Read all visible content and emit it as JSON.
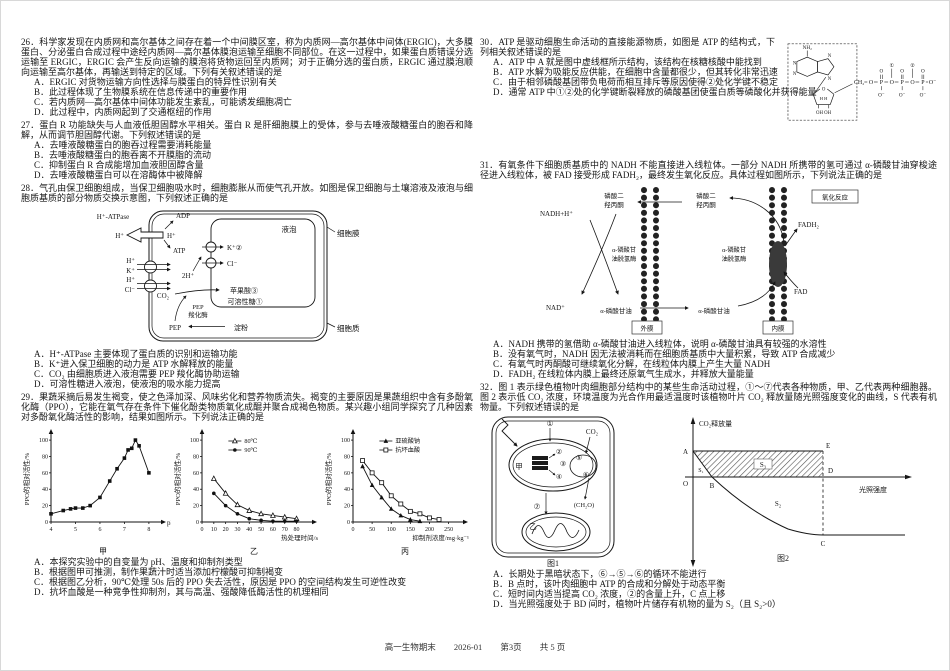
{
  "footer": {
    "course": "高一生物期末",
    "date": "2026-01",
    "page": "第3页",
    "total": "共 5 页"
  },
  "q26": {
    "stem": "26．科学家发现在内质网和高尔基体之间存在着一个中间膜区室，称为内质网—高尔基体中间体(ERGIC)，大多膜蛋白、分泌蛋白合成过程中途经内质网—高尔基体膜泡运输至细胞不同部位。在这一过程中，如果蛋白质错误分选运输至 ERGIC，ERGIC 会产生反向运输的膜泡将货物运回至内质网；对于正确分选的蛋白质，ERGIC 通过膜泡顺向运输至高尔基体，再输送到特定的区域。下列有关叙述错误的是",
    "options": [
      "A．ERGIC 对货物运输方向性选择与膜蛋白的特异性识别有关",
      "B．此过程体现了生物膜系统在信息传递中的重要作用",
      "C．若内质网—高尔基体中间体功能发生紊乱，可能诱发细胞凋亡",
      "D．此过程中，内质网起到了交通枢纽的作用"
    ]
  },
  "q27": {
    "stem": "27．蛋白 R 功能缺失与人血液低胆固醇水平相关。蛋白 R 是肝细胞膜上的受体，参与去唾液酸糖蛋白的胞吞和降解，从而调节胆固醇代谢。下列叙述错误的是",
    "options": [
      "A．去唾液酸糖蛋白的胞吞过程需要消耗能量",
      "B．去唾液酸糖蛋白的胞吞离不开膜脂的流动",
      "C．抑制蛋白 R 合成能增加血液胆固醇含量",
      "D．去唾液酸糖蛋白可以在溶酶体中被降解"
    ]
  },
  "q28": {
    "stem": "28．气孔由保卫细胞组成，当保卫细胞吸水时，细胞膨胀从而使气孔开放。如图是保卫细胞与土壤溶液及液泡与细胞质基质的部分物质交换示意图，下列叙述正确的是",
    "options": [
      "A．H⁺-ATPase 主要体现了蛋白质的识别和运输功能",
      "B．K⁺进入保卫细胞的动力是 ATP 水解释放的能量",
      "C．CO₂ 由细胞质进入液泡需要 PEP 羧化酶协助运输",
      "D．可溶性糖进入液泡，使液泡的吸水能力提高"
    ]
  },
  "q29": {
    "stem": "29．果蔬采摘后易发生褐变，使之色泽加深、风味劣化和营养物质流失。褐变的主要原因是果蔬组织中含有多酚氧化酶（PPO），它能在氧气存在条件下催化酚类物质氧化成醌并聚合成褐色物质。某兴趣小组同学探究了几种因素对多酚氧化酶活性的影响，结果如图所示。下列说法正确的是",
    "options": [
      "A．本探究实验中的自变量为 pH、温度和抑制剂类型",
      "B．根据图甲可推测，制作果蔬汁时适当添加柠檬酸可抑制褐变",
      "C．根据图乙分析，90℃处理 50s 后的 PPO 失去活性，原因是 PPO 的空间结构发生可逆性改变",
      "D．抗坏血酸是一种竞争性抑制剂，其与高温、强酸降低酶活性的机理相同"
    ]
  },
  "q30": {
    "stem": "30．ATP 是驱动细胞生命活动的直接能源物质，如图是 ATP 的结构式，下列相关叙述错误的是",
    "options": [
      "A．ATP 中 A 就是图中虚线框所示结构，该结构在核糖核酸中能找到",
      "B．ATP 水解为吸能反应供能，在细胞中含量都很少，但其转化非常迅速",
      "C．由于相邻磷酸基团带负电荷而相互排斥等原因使得②处化学键不稳定",
      "D．通常 ATP 中①②处的化学键断裂释放的磷酸基团使蛋白质等磷酸化并获得能量"
    ]
  },
  "q31": {
    "stem": "31．有氧条件下细胞质基质中的 NADH 不能直接进入线粒体。一部分 NADH 所携带的氢可通过 α-磷酸甘油穿梭途径进入线粒体，被 FAD 接受形成 FADH₂，最终发生氧化反应。具体过程如图所示，下列说法正确的是",
    "options": [
      "A．NADH 携带的氢借助 α-磷酸甘油进入线粒体，说明 α-磷酸甘油具有较强的水溶性",
      "B．没有氧气时，NADH 因无法被消耗而在细胞质基质中大量积累，导致 ATP 合成减少",
      "C．有氧气时丙酮酸可继续氧化分解，在线粒体内膜上产生大量 NADH",
      "D．FADH₂ 在线粒体内膜上最终还原氧气生成水，并释放大量能量"
    ]
  },
  "q32": {
    "stem": "32．图 1 表示绿色植物叶肉细胞部分结构中的某些生命活动过程，①～⑦代表各种物质，甲、乙代表两种细胞器。图 2 表示低 CO₂ 浓度，环境温度为光合作用最适温度时该植物叶片 CO₂ 释放量随光照强度变化的曲线，S 代表有机物量。下列叙述错误的是",
    "options": [
      "A．长期处于黑暗状态下，⑥→⑤→⑥的循环不能进行",
      "B．B 点时，该叶肉细胞中 ATP 的合成和分解处于动态平衡",
      "C．短时间内适当提高 CO₂ 浓度，②的含量上升，C 点上移",
      "D．当光照强度处于 BD 间时，植物叶片储存有机物的量为 S₂（且 S₂>0）"
    ]
  },
  "figures": {
    "fig28": {
      "hatpase": "H⁺-ATPase",
      "adp": "ADP",
      "atp": "ATP",
      "h_left": "H⁺",
      "h_right": "H⁺",
      "t1a": "H⁺",
      "t1b": "K⁺",
      "t2a": "H⁺",
      "t2b": "Cl⁻",
      "vacuole": "液泡",
      "membrane": "细胞膜",
      "cytoplasm": "细胞质",
      "k_in": "K⁺②",
      "cl_in": "Cl⁻",
      "protons": "2H⁺",
      "co2": "CO₂",
      "enzyme1": "PEP",
      "enzyme2": "羧化酶",
      "malate": "苹果酸③",
      "sugar": "可溶性糖①",
      "pep": "PEP",
      "starch": "淀粉"
    },
    "fig30": {
      "nh2": "NH₂",
      "n": "N",
      "ch2": "CH₂",
      "o": "O",
      "p": "P",
      "o_minus": "O⁻",
      "b1": "①",
      "b2": "②",
      "hh": "H H",
      "ohoh": "OH OH"
    },
    "fig31": {
      "nadh": "NADH+H⁺",
      "nad": "NAD⁺",
      "dhap1": "磷酸二",
      "dhap2": "羟丙酮",
      "gdh1": "α-磷酸甘",
      "gdh2": "油脱氢酶",
      "glycerol": "α-磷酸甘油",
      "fadh2": "FADH₂",
      "fad": "FAD",
      "outer": "外膜",
      "inner": "内膜",
      "oxidation": "氧化反应"
    },
    "fig1": {
      "n1": "①",
      "n2": "②",
      "n3": "③",
      "n4": "④",
      "n5": "⑤",
      "n6": "⑥",
      "n7": "⑦",
      "jia": "甲",
      "yi": "乙",
      "co2": "CO₂",
      "ch2o": "(CH₂O)",
      "caption": "图1"
    },
    "fig2": {
      "ylabel": "CO₂释放量",
      "xlabel": "光照强度",
      "a": "A",
      "o": "O",
      "b": "B",
      "c": "C",
      "d": "D",
      "e": "E",
      "s1": "S₁",
      "s2": "S₂",
      "s3": "S₃",
      "caption": "图2"
    }
  },
  "chart_data": [
    {
      "id": "jia",
      "type": "line",
      "caption": "甲",
      "xlabel": "pH",
      "xlabel_at_end": true,
      "ylabel": "PPO的相对活性/%",
      "xticks": [
        4,
        5,
        6,
        7,
        8
      ],
      "yticks": [
        0,
        20,
        40,
        60,
        80,
        100
      ],
      "xlim": [
        4,
        8.25
      ],
      "ylim": [
        0,
        105
      ],
      "series": [
        {
          "name": "PPO活性",
          "marker": "square-filled",
          "points": [
            [
              4,
              10
            ],
            [
              4.5,
              14
            ],
            [
              4.8,
              16
            ],
            [
              5,
              17
            ],
            [
              5.3,
              17
            ],
            [
              5.6,
              20
            ],
            [
              6,
              30
            ],
            [
              6.4,
              50
            ],
            [
              6.7,
              65
            ],
            [
              7,
              78
            ],
            [
              7.15,
              88
            ],
            [
              7.3,
              90
            ],
            [
              7.45,
              100
            ],
            [
              7.6,
              93
            ],
            [
              8,
              60
            ]
          ]
        }
      ]
    },
    {
      "id": "yi",
      "type": "line",
      "caption": "乙",
      "xlabel": "热处理时间/s",
      "ylabel": "PPO的相对活性/%",
      "xticks": [
        0,
        10,
        20,
        30,
        40,
        50,
        60,
        70,
        80
      ],
      "yticks": [
        0,
        20,
        40,
        60,
        80,
        100
      ],
      "xlim": [
        0,
        88
      ],
      "ylim": [
        0,
        105
      ],
      "series": [
        {
          "name": "80℃",
          "marker": "triangle-open",
          "points": [
            [
              10,
              53
            ],
            [
              20,
              35
            ],
            [
              30,
              21
            ],
            [
              40,
              14
            ],
            [
              50,
              10
            ],
            [
              60,
              8
            ],
            [
              70,
              6
            ],
            [
              80,
              4
            ]
          ]
        },
        {
          "name": "90℃",
          "marker": "circle-filled",
          "points": [
            [
              10,
              35
            ],
            [
              20,
              20
            ],
            [
              30,
              10
            ],
            [
              40,
              4
            ],
            [
              50,
              2
            ],
            [
              60,
              1
            ],
            [
              70,
              1
            ],
            [
              80,
              1
            ]
          ]
        }
      ]
    },
    {
      "id": "bing",
      "type": "line",
      "caption": "丙",
      "xlabel": "抑制剂浓度/mg·kg⁻¹",
      "ylabel": "PPO的相对活性/%",
      "xticks": [
        0,
        50,
        100,
        150,
        200,
        250
      ],
      "yticks": [
        0,
        20,
        40,
        60,
        80,
        100
      ],
      "xlim": [
        0,
        272
      ],
      "ylim": [
        0,
        105
      ],
      "series": [
        {
          "name": "亚硫酸钠",
          "marker": "triangle-filled",
          "points": [
            [
              25,
              68
            ],
            [
              50,
              45
            ],
            [
              75,
              30
            ],
            [
              100,
              16
            ],
            [
              125,
              8
            ],
            [
              150,
              3
            ],
            [
              175,
              1
            ]
          ]
        },
        {
          "name": "抗坏血酸",
          "marker": "square-open",
          "points": [
            [
              25,
              75
            ],
            [
              50,
              60
            ],
            [
              75,
              48
            ],
            [
              100,
              32
            ],
            [
              125,
              22
            ],
            [
              150,
              13
            ],
            [
              175,
              10
            ],
            [
              200,
              5
            ],
            [
              225,
              3
            ]
          ]
        }
      ]
    },
    {
      "id": "fig2",
      "type": "line",
      "caption": "图2",
      "xlabel": "光照强度",
      "ylabel": "CO₂释放量",
      "key_points": [
        "A",
        "B",
        "C",
        "D",
        "E"
      ],
      "areas": [
        "S₁",
        "S₂",
        "S₃"
      ],
      "description": "低CO₂浓度、光合最适温度下：CO₂释放量从A点(黑暗时为正值)随光照增强沿曲线下降，经光补偿点B(释放量为0)后变为负值(净吸收CO₂)，降至C点后趋于平稳；AE为过A的水平线，D为C对应光强在横轴上的点，E为水平线与过D垂线交点；S₁为曲线与坐标轴在OAB区围成的面积，S₃为ABDE区域(图中斜线阴影)面积，S₂为B与C之间曲线与横轴围成的面积"
    }
  ]
}
